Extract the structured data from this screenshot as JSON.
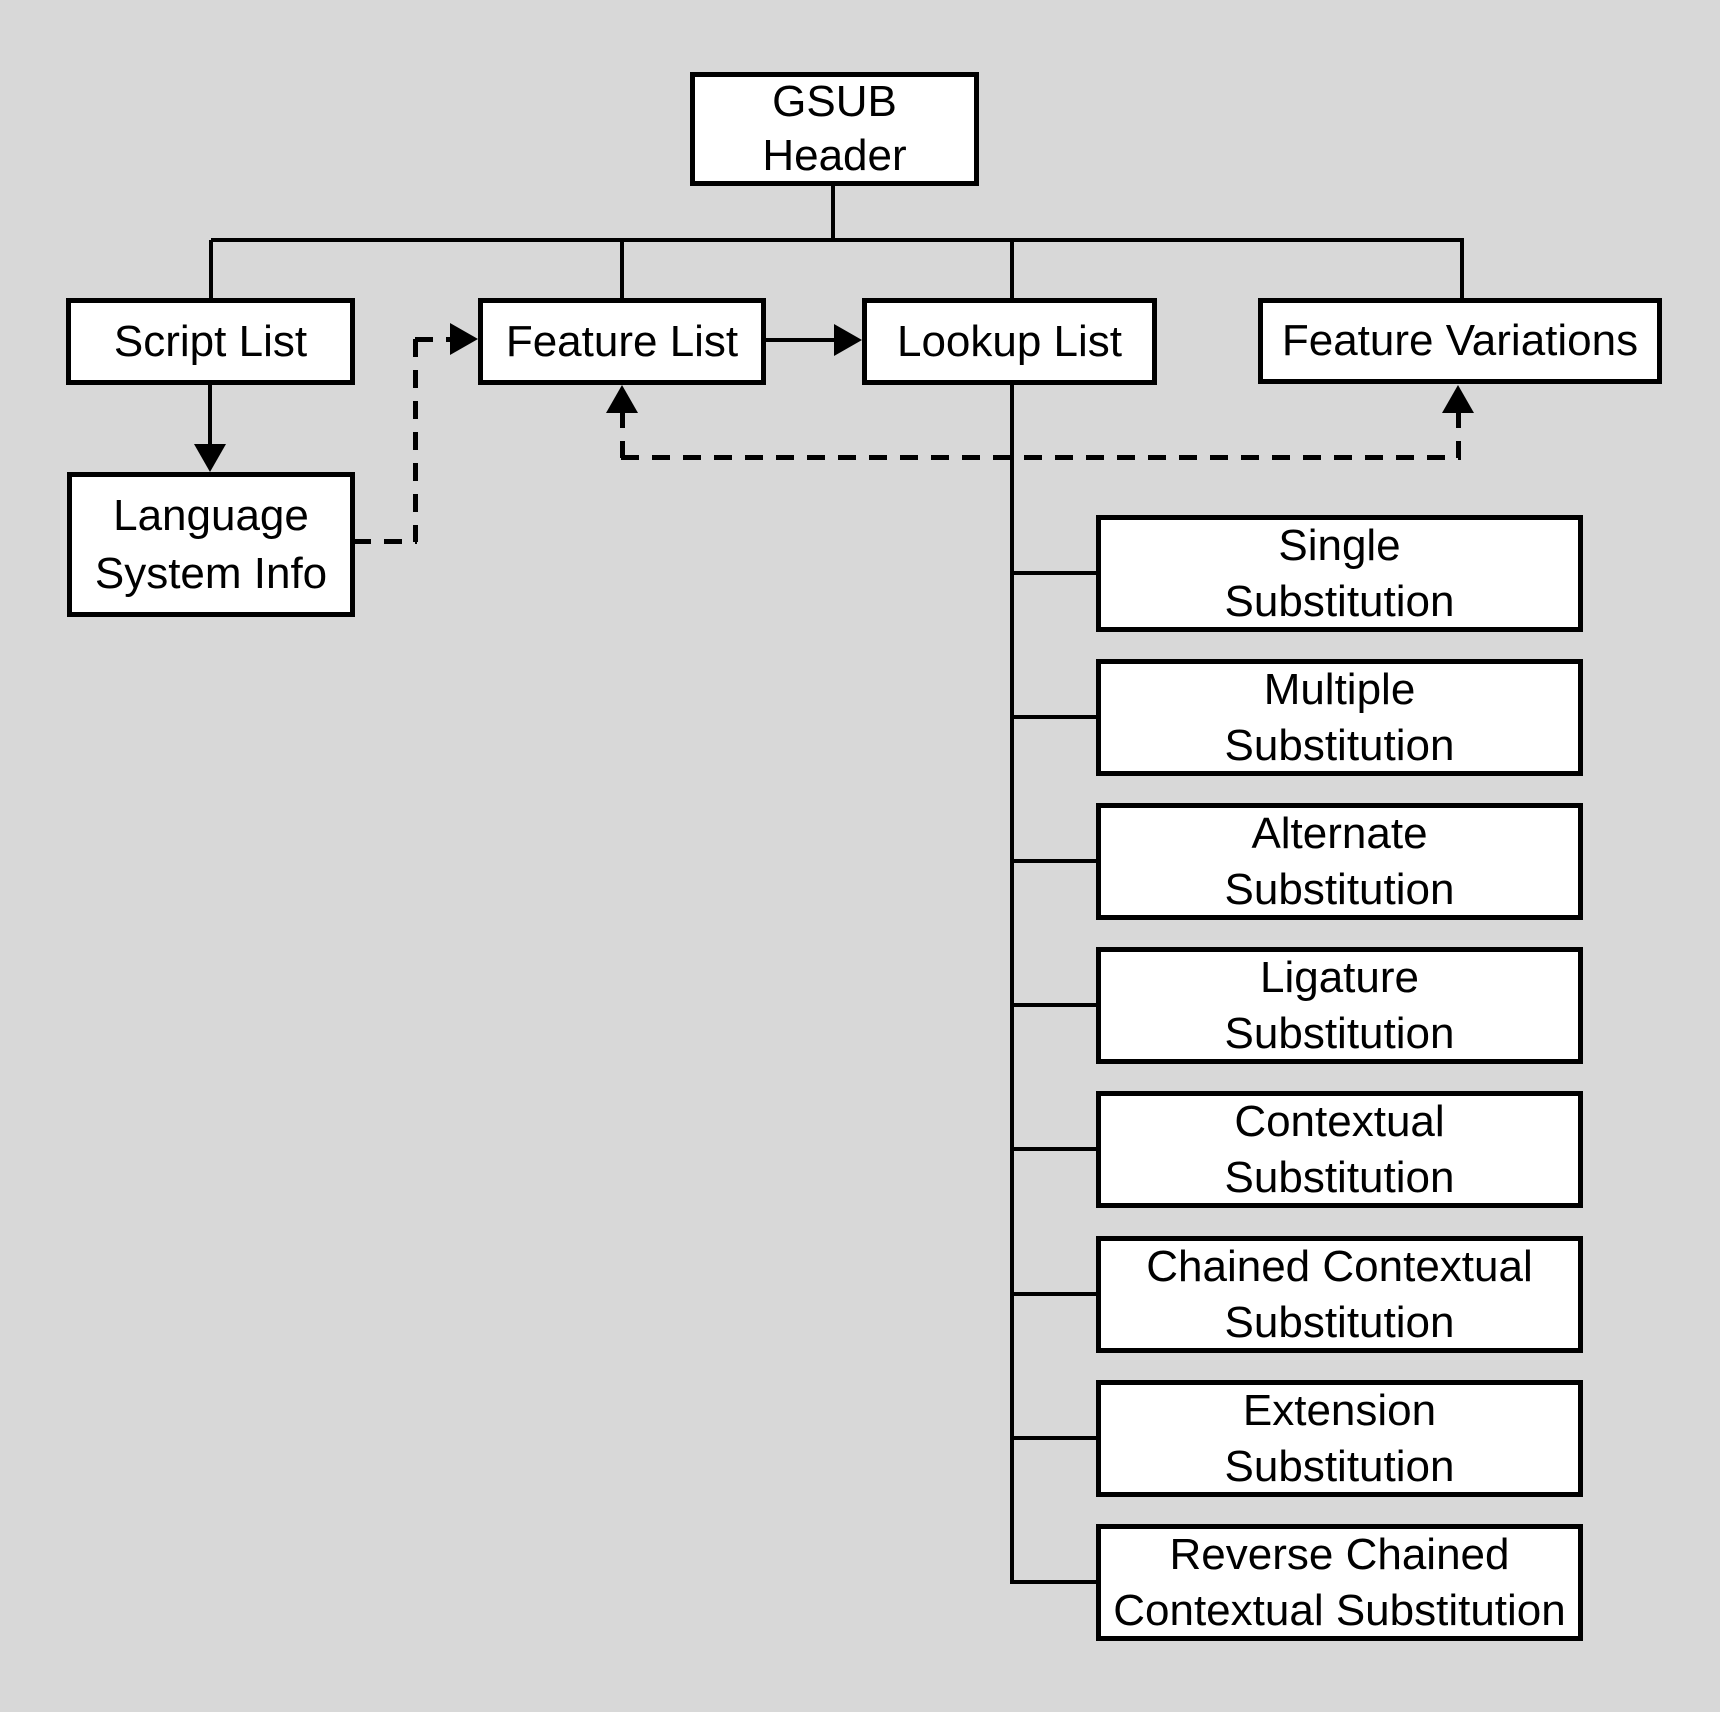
{
  "diagram": {
    "gsub_header": {
      "line1": "GSUB",
      "line2": "Header"
    },
    "script_list": {
      "label": "Script List"
    },
    "feature_list": {
      "label": "Feature List"
    },
    "lookup_list": {
      "label": "Lookup List"
    },
    "feature_variations": {
      "label": "Feature Variations"
    },
    "language_system_info": {
      "line1": "Language",
      "line2": "System Info"
    },
    "lookup_subtables": [
      {
        "line1": "Single",
        "line2": "Substitution"
      },
      {
        "line1": "Multiple",
        "line2": "Substitution"
      },
      {
        "line1": "Alternate",
        "line2": "Substitution"
      },
      {
        "line1": "Ligature",
        "line2": "Substitution"
      },
      {
        "line1": "Contextual",
        "line2": "Substitution"
      },
      {
        "line1": "Chained Contextual",
        "line2": "Substitution"
      },
      {
        "line1": "Extension",
        "line2": "Substitution"
      },
      {
        "line1": "Reverse Chained",
        "line2": "Contextual Substitution"
      }
    ]
  },
  "colors": {
    "background": "#d8d8d8",
    "node_fill": "#ffffff",
    "stroke": "#000000"
  }
}
